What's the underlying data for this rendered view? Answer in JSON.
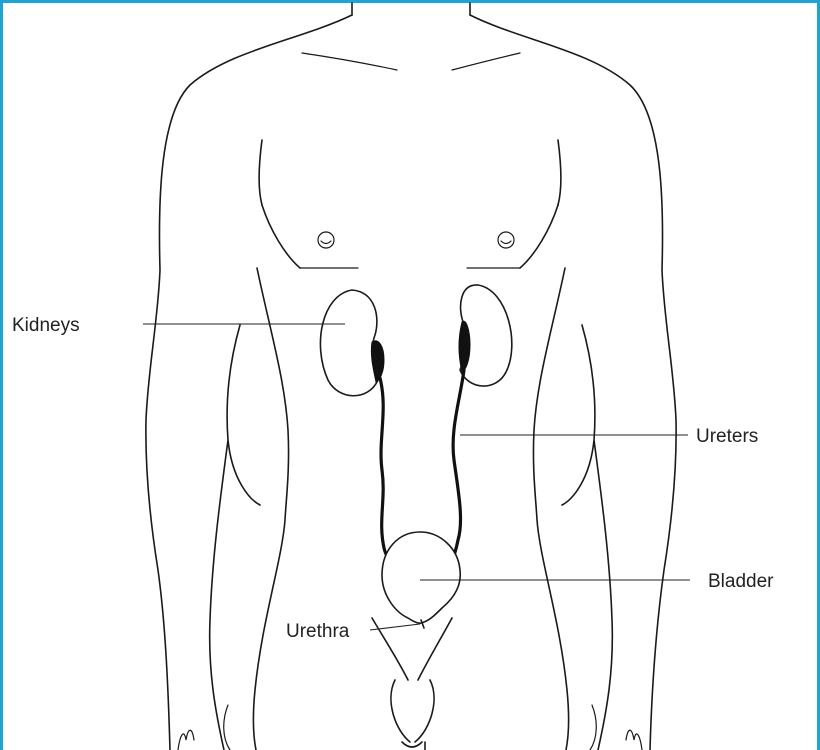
{
  "frame": {
    "border_color": "#1aa5d8"
  },
  "labels": {
    "kidneys": "Kidneys",
    "ureters": "Ureters",
    "bladder": "Bladder",
    "urethra": "Urethra"
  }
}
